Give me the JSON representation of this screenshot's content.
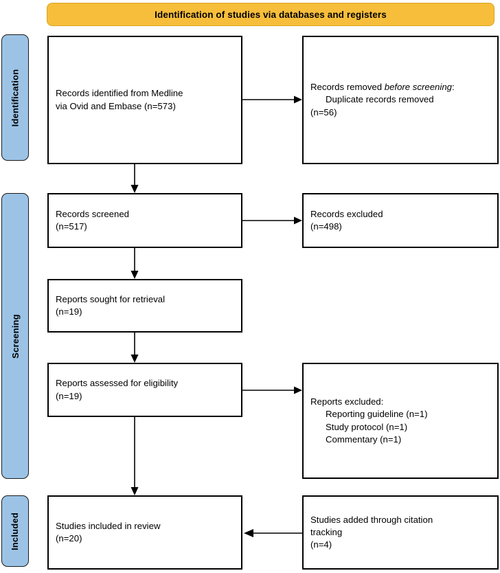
{
  "banner": {
    "label": "Identification of studies via databases and registers",
    "color": "#F7BE3B"
  },
  "phases": [
    {
      "id": "identification",
      "label": "Identification",
      "color": "#9CC3E5"
    },
    {
      "id": "screening",
      "label": "Screening",
      "color": "#9CC3E5"
    },
    {
      "id": "included",
      "label": "Included",
      "color": "#9CC3E5"
    }
  ],
  "nodes": {
    "records_identified": {
      "line1": "Records identified from Medline",
      "line2": "via Ovid and Embase (n=573)",
      "count": 573
    },
    "records_removed": {
      "prefix": "Records removed ",
      "emphasis": "before screening",
      "suffix": ":",
      "detail1": "Duplicate records removed",
      "detail2": "(n=56)",
      "count": 56
    },
    "records_screened": {
      "line1": "Records screened",
      "line2": "(n=517)",
      "count": 517
    },
    "records_excluded": {
      "line1": "Records excluded",
      "line2": "(n=498)",
      "count": 498
    },
    "reports_sought": {
      "line1": "Reports sought for retrieval",
      "line2": "(n=19)",
      "count": 19
    },
    "reports_assessed": {
      "line1": "Reports assessed for eligibility",
      "line2": "(n=19)",
      "count": 19
    },
    "reports_excluded": {
      "heading": "Reports excluded:",
      "reason1": "Reporting guideline (n=1)",
      "reason2": "Study protocol (n=1)",
      "reason3": "Commentary (n=1)"
    },
    "studies_included": {
      "line1": "Studies included in review",
      "line2": "(n=20)",
      "count": 20
    },
    "studies_citation": {
      "line1": "Studies added through citation",
      "line2": "tracking",
      "line3": "(n=4)",
      "count": 4
    }
  }
}
